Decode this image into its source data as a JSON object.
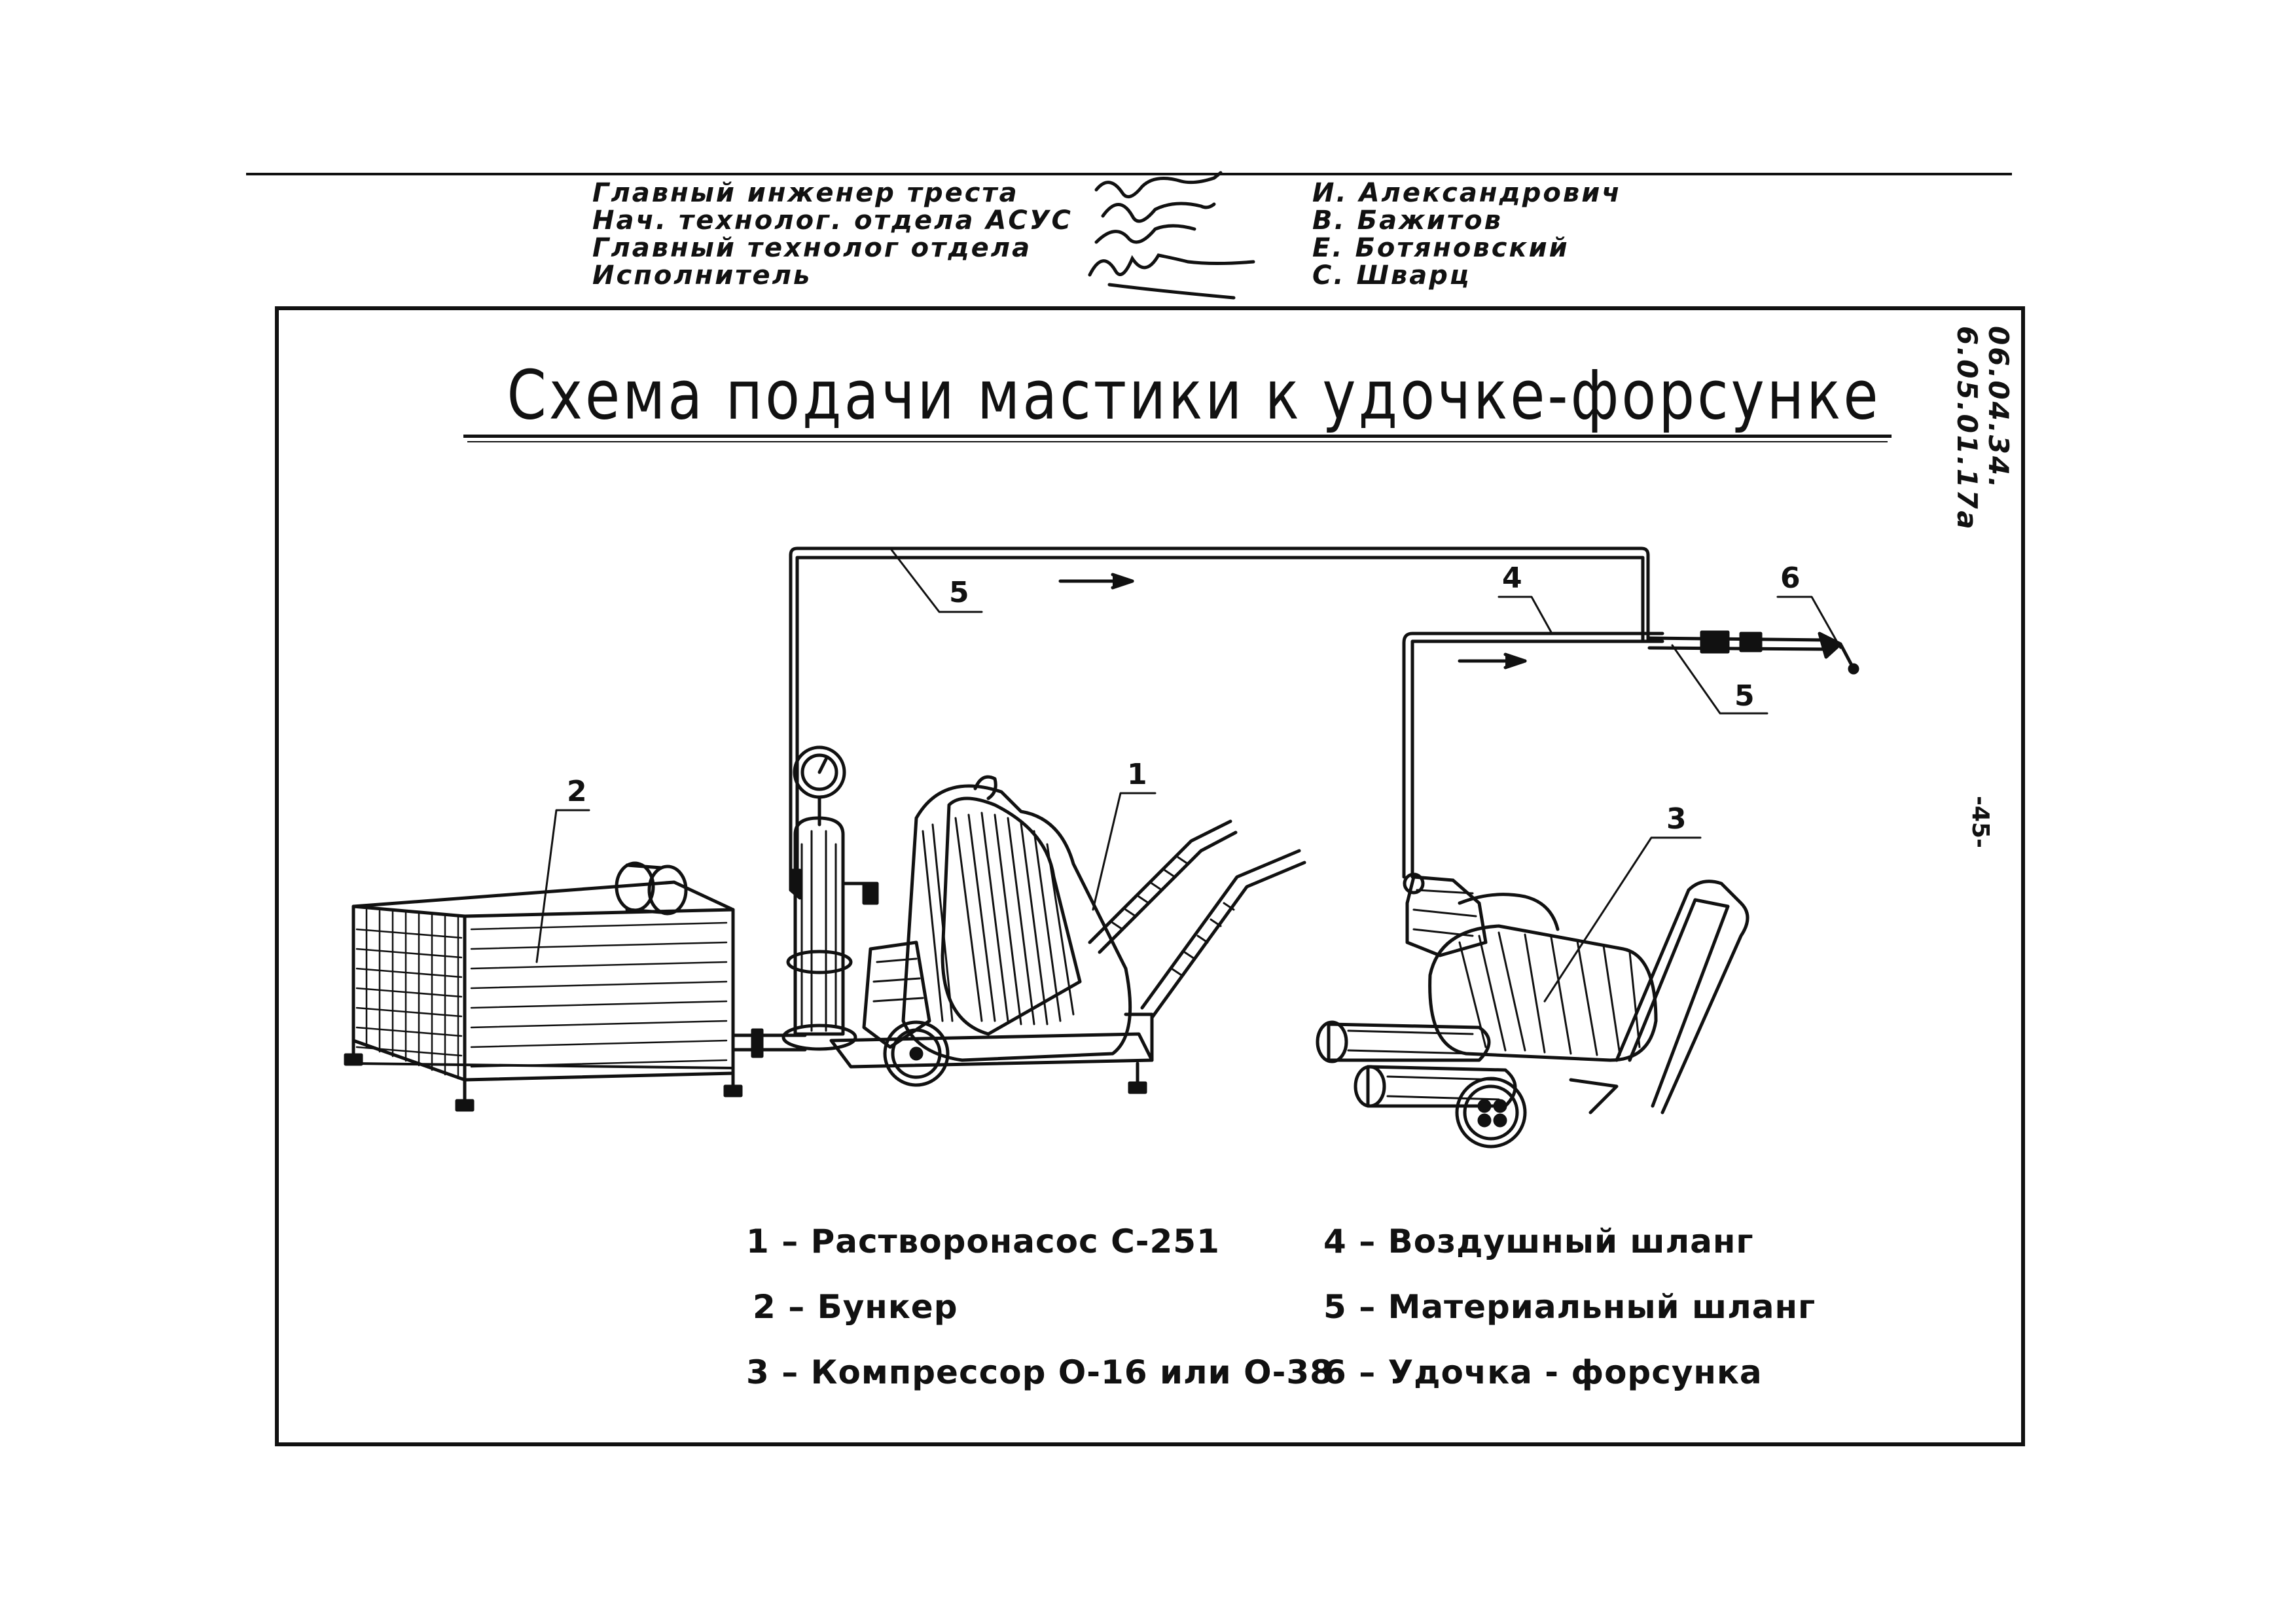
{
  "approvals": [
    {
      "role": "Главный инженер треста",
      "name": "И. Александрович"
    },
    {
      "role": "Нач. технолог. отдела АСУС",
      "name": "В. Бажитов"
    },
    {
      "role": "Главный технолог отдела",
      "name": "Е. Ботяновский"
    },
    {
      "role": "Исполнитель",
      "name": "С. Шварц"
    }
  ],
  "doc_code": [
    "06.04.34.",
    "6.05.01.17а"
  ],
  "page_number": "-45-",
  "title": "Схема подачи мастики к удочке-форсунке",
  "callouts": [
    "1",
    "2",
    "3",
    "4",
    "5",
    "5",
    "6"
  ],
  "legend": [
    "1 – Растворонасос С-251",
    "2 – Бункер",
    "3 – Компрессор О-16 или О-38",
    "4 – Воздушный шланг",
    "5 – Материальный шланг",
    "6 – Удочка - форсунка"
  ]
}
